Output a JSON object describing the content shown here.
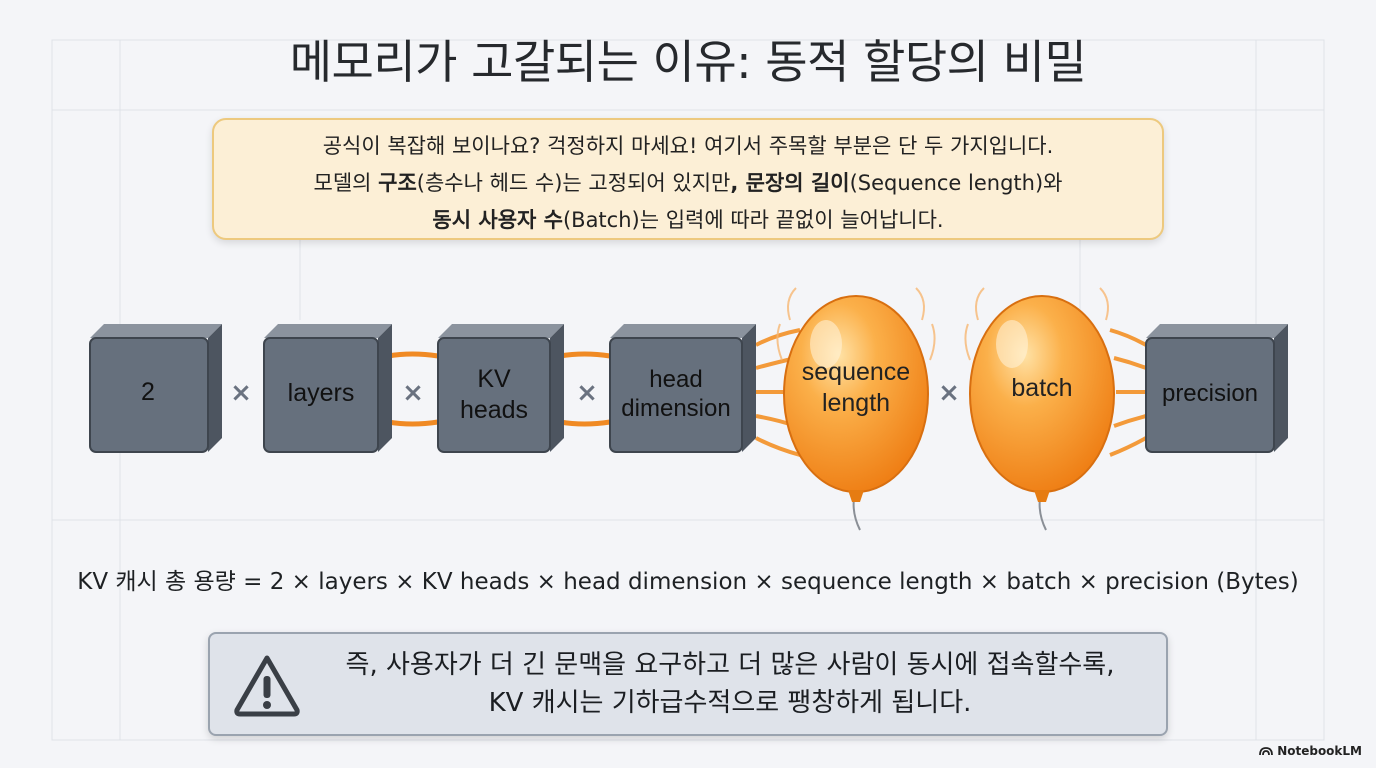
{
  "title": "메모리가 고갈되는 이유: 동적 할당의 비밀",
  "callout": {
    "line1": "공식이 복잡해 보이나요? 걱정하지 마세요! 여기서 주목할 부분은 단 두 가지입니다.",
    "line2_pre": "모델의 ",
    "line2_bold1": "구조",
    "line2_mid": "(층수나 헤드 수)는 고정되어 있지만",
    "line2_comma": ", ",
    "line2_bold2": "문장의 길이",
    "line2_post": "(Sequence length)와",
    "line3_bold": "동시 사용자 수",
    "line3_post": "(Batch)는 입력에 따라 끝없이 늘어납니다."
  },
  "blocks": {
    "two": "2",
    "layers": "layers",
    "kv_line1": "KV",
    "kv_line2": "heads",
    "head_line1": "head",
    "head_line2": "dimension",
    "seq_line1": "sequence",
    "seq_line2": "length",
    "batch": "batch",
    "precision": "precision"
  },
  "multiply_symbol": "×",
  "formula": "KV 캐시 총 용량 = 2 × layers × KV heads × head dimension × sequence length × batch × precision (Bytes)",
  "warning": {
    "icon": "warning-triangle-icon",
    "line1": "즉, 사용자가 더 긴 문맥을 요구하고 더 많은 사람이 동시에 접속할수록,",
    "line2": "KV 캐시는 기하급수적으로 팽창하게 됩니다."
  },
  "brand": "NotebookLM",
  "colors": {
    "block_fill": "#66707d",
    "block_top": "#8b939e",
    "balloon": "#f7931e",
    "connector": "#f08a24",
    "callout_bg": "#fcefd6",
    "warn_bg": "#dfe3ea"
  }
}
